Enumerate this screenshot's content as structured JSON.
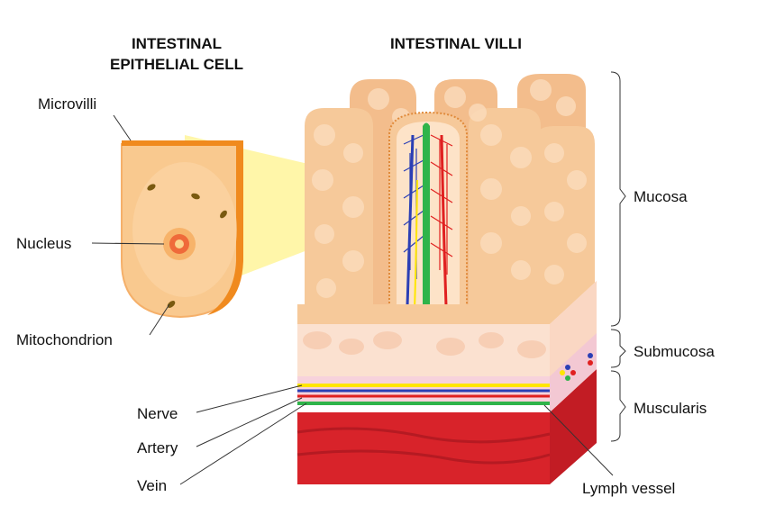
{
  "titles": {
    "cell_line1": "INTESTINAL",
    "cell_line2": "EPITHELIAL CELL",
    "villi": "INTESTINAL VILLI"
  },
  "labels": {
    "microvilli": "Microvilli",
    "nucleus": "Nucleus",
    "mitochondrion": "Mitochondrion",
    "nerve": "Nerve",
    "artery": "Artery",
    "vein": "Vein",
    "mucosa": "Mucosa",
    "submucosa": "Submucosa",
    "muscularis": "Muscularis",
    "lymph_vessel": "Lymph vessel"
  },
  "colors": {
    "villus_fill": "#f6c99a",
    "villus_bump": "#fbdcbc",
    "cell_fill": "#f9c98f",
    "cell_edge": "#f08a1e",
    "beam": "#fff59a",
    "submucosa": "#fbe1d0",
    "muscularis_front": "#d8232a",
    "muscularis_top": "#f7d2dc",
    "nerve": "#ffe600",
    "artery": "#e02020",
    "vein": "#2b3fb5",
    "lymph": "#2fb44a"
  }
}
